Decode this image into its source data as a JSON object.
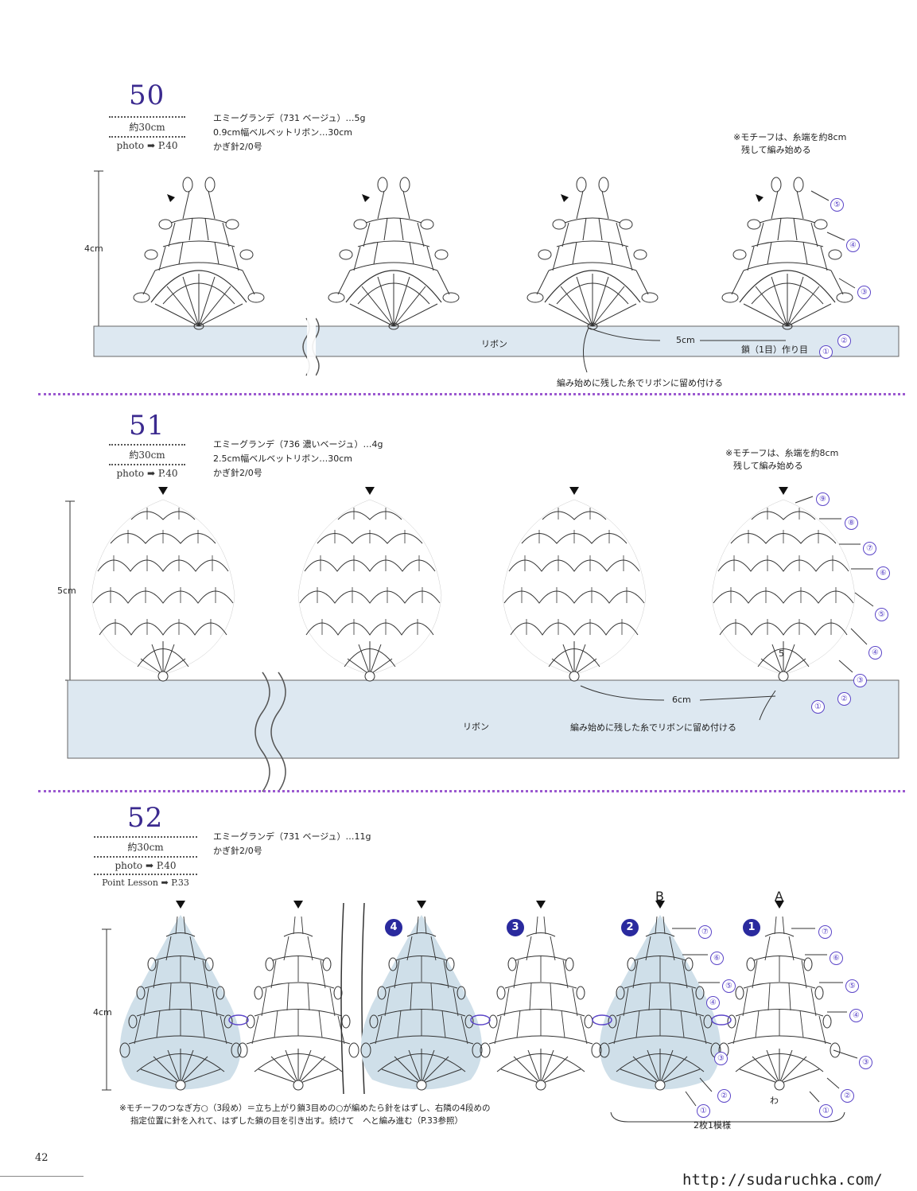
{
  "page_number": "42",
  "footer_url": "http://sudaruchka.com/",
  "patterns": [
    {
      "number": "50",
      "length": "約30cm",
      "photo": "photo ➡ P.40",
      "materials": [
        "エミーグランデ（731 ベージュ）…5g",
        "0.9cm幅ベルベットリボン…30cm",
        "かぎ針2/0号"
      ],
      "note": [
        "※モチーフは、糸端を約8cm",
        "残して編み始める"
      ],
      "height_label": "4cm",
      "spacing_label": "5cm",
      "ribbon_label": "リボン",
      "chain_label": "鎖（1目）作り目",
      "attach_label": "編み始めに残した糸でリボンに留め付ける",
      "rounds": [
        "⑤",
        "④",
        "③",
        "②",
        "①"
      ]
    },
    {
      "number": "51",
      "length": "約30cm",
      "photo": "photo ➡ P.40",
      "materials": [
        "エミーグランデ（736 濃いベージュ）…4g",
        "2.5cm幅ベルベットリボン…30cm",
        "かぎ針2/0号"
      ],
      "note": [
        "※モチーフは、糸端を約8cm",
        "残して編み始める"
      ],
      "height_label": "5cm",
      "spacing_label": "6cm",
      "ribbon_label": "リボン",
      "attach_label": "編み始めに残した糸でリボンに留め付ける",
      "center_label": "5",
      "rounds": [
        "⑨",
        "⑧",
        "⑦",
        "⑥",
        "⑤",
        "④",
        "③",
        "②",
        "①"
      ]
    },
    {
      "number": "52",
      "length": "約30cm",
      "photo": "photo ➡ P.40",
      "point_lesson": "Point Lesson ➡ P.33",
      "materials": [
        "エミーグランデ（731 ベージュ）…11g",
        "かぎ針2/0号"
      ],
      "height_label": "4cm",
      "motif_numbers": [
        "4",
        "3",
        "2",
        "1"
      ],
      "motif_letters": [
        "B",
        "A"
      ],
      "rounds": [
        "⑦",
        "⑥",
        "⑤",
        "④",
        "③",
        "②",
        "①"
      ],
      "ring_label": "わ",
      "repeat_label": "2枚1模様",
      "note": [
        "※モチーフのつなぎ方○（3段め）＝立ち上がり鎖3目めの○が編めたら針をはずし、右隣の4段めの",
        "指定位置に針を入れて、はずした鎖の目を引き出す。続けて　へと編み進む（P.33参照）"
      ]
    }
  ]
}
